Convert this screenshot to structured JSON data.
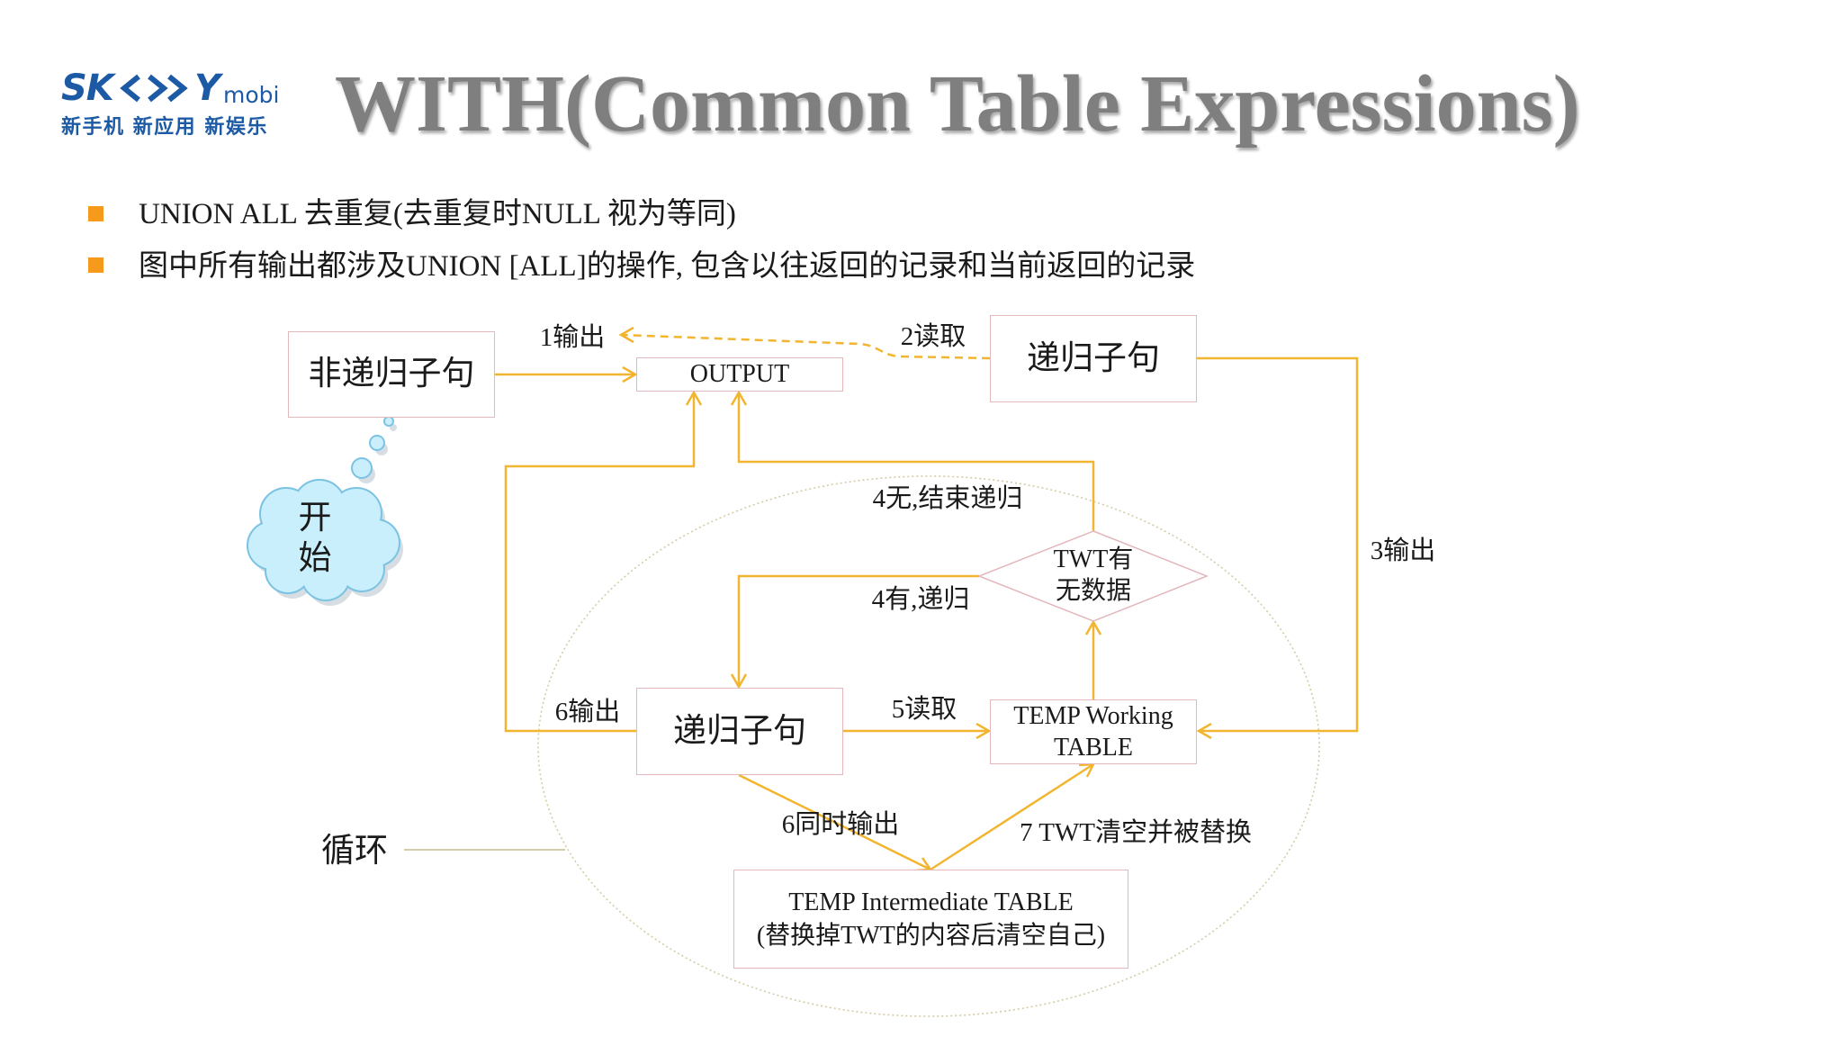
{
  "logo": {
    "brand_left": "SK",
    "brand_right": "Y",
    "suffix": "mobi",
    "tagline": "新手机 新应用 新娱乐"
  },
  "title": "WITH(Common Table Expressions)",
  "bullets": [
    "UNION ALL 去重复(去重复时NULL 视为等同)",
    "图中所有输出都涉及UNION [ALL]的操作, 包含以往返回的记录和当前返回的记录"
  ],
  "diagram": {
    "nodes": {
      "start": [
        "开",
        "始"
      ],
      "non_recursive_clause": "非递归子句",
      "output": "OUTPUT",
      "recursive_clause_top": "递归子句",
      "recursive_clause_loop": "递归子句",
      "twt_has_data": [
        "TWT有",
        "无数据"
      ],
      "temp_working_table": [
        "TEMP Working",
        "TABLE"
      ],
      "temp_intermediate_table": [
        "TEMP Intermediate TABLE",
        "(替换掉TWT的内容后清空自己)"
      ],
      "loop": "循环"
    },
    "edges": {
      "output_1": "1输出",
      "read_2": "2读取",
      "output_3": "3输出",
      "end_4": "4无,结束递归",
      "recurse_4": "4有,递归",
      "read_5": "5读取",
      "output_6": "6输出",
      "simultaneous_output_6": "6同时输出",
      "replace_7": "7 TWT清空并被替换"
    }
  },
  "colors": {
    "title": "#7f7f7f",
    "bullet": "#f59a1b",
    "logo_blue": "#1d5aa6",
    "arrow": "#f2b530",
    "box_border": "#e3b7bc",
    "loop_outline": "#d3cca6",
    "cloud_fill": "#c9effc",
    "cloud_outline": "#7cc3e3"
  }
}
